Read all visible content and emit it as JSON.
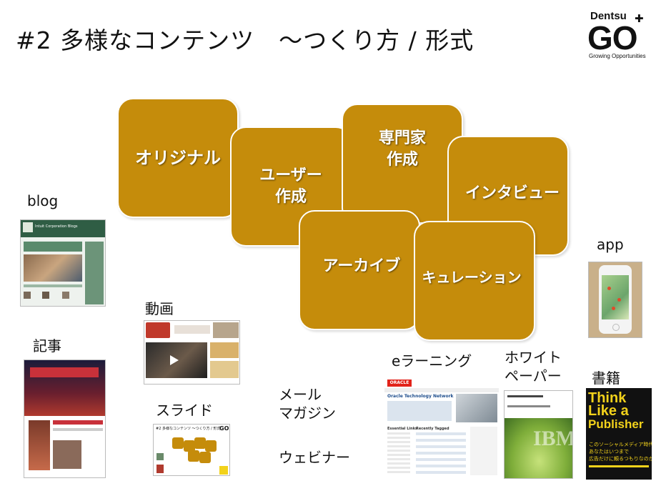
{
  "title": "#2 多様なコンテンツ　～つくり方 / 形式",
  "logo": {
    "brand": "Dentsu",
    "plus": "✚",
    "go": "GO",
    "tagline": "Growing Opportunities"
  },
  "boxes": {
    "original": "オリジナル",
    "user_line1": "ユーザー",
    "user_line2": "作成",
    "expert_line1": "専門家",
    "expert_line2": "作成",
    "interview": "インタビュー",
    "archive": "アーカイブ",
    "curation": "キュレーション"
  },
  "labels": {
    "blog": "blog",
    "video": "動画",
    "article": "記事",
    "slide": "スライド",
    "mail_line1": "メール",
    "mail_line2": "マガジン",
    "webinar": "ウェビナー",
    "elearning": "eラーニング",
    "white_line1": "ホワイト",
    "white_line2": "ペーパー",
    "book": "書籍",
    "app": "app"
  },
  "thumbs": {
    "blog_header": "Intuit Corporation Blogs",
    "oracle_brand": "ORACLE",
    "oracle_title": "Oracle Technology Network",
    "oracle_section": "Essential Links",
    "oracle_section2": "Recently Tagged",
    "ibm_logo": "IBM",
    "book_line1": "Think",
    "book_line2": "Like a",
    "book_line3": "Publisher",
    "book_jp1": "このソーシャルメディア時代、",
    "book_jp2": "あなたはいつまで",
    "book_jp3": "広告だけに頼るつもりなのか。",
    "slide_title": "#2 多様なコンテンツ ～つくり方 / 形式",
    "slide_logo": "GO"
  },
  "colors": {
    "gold": "#c58c0b",
    "blog_green": "#4f7a5e",
    "video_red": "#c0392b",
    "oracle_red": "#e2231a",
    "book_yellow": "#f2d21b"
  }
}
